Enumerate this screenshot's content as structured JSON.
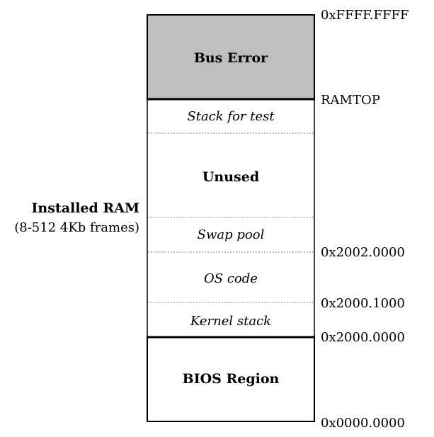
{
  "memory_map": {
    "regions": {
      "bus_error": {
        "label": "Bus Error",
        "fill": "#bfbfbf"
      },
      "stack_for_test": {
        "label": "Stack for test"
      },
      "unused": {
        "label": "Unused"
      },
      "swap_pool": {
        "label": "Swap pool"
      },
      "os_code": {
        "label": "OS code"
      },
      "kernel_stack": {
        "label": "Kernel stack"
      },
      "bios_region": {
        "label": "BIOS Region"
      }
    },
    "addresses": {
      "top": "0xFFFF.FFFF",
      "ramtop": "RAMTOP",
      "swap_start": "0x2002.0000",
      "os_code_start": "0x2000.1000",
      "kernel_stack_start": "0x2000.0000",
      "bottom": "0x0000.0000"
    },
    "installed_ram": {
      "title": "Installed RAM",
      "subtitle": "(8-512 4Kb frames)"
    }
  }
}
